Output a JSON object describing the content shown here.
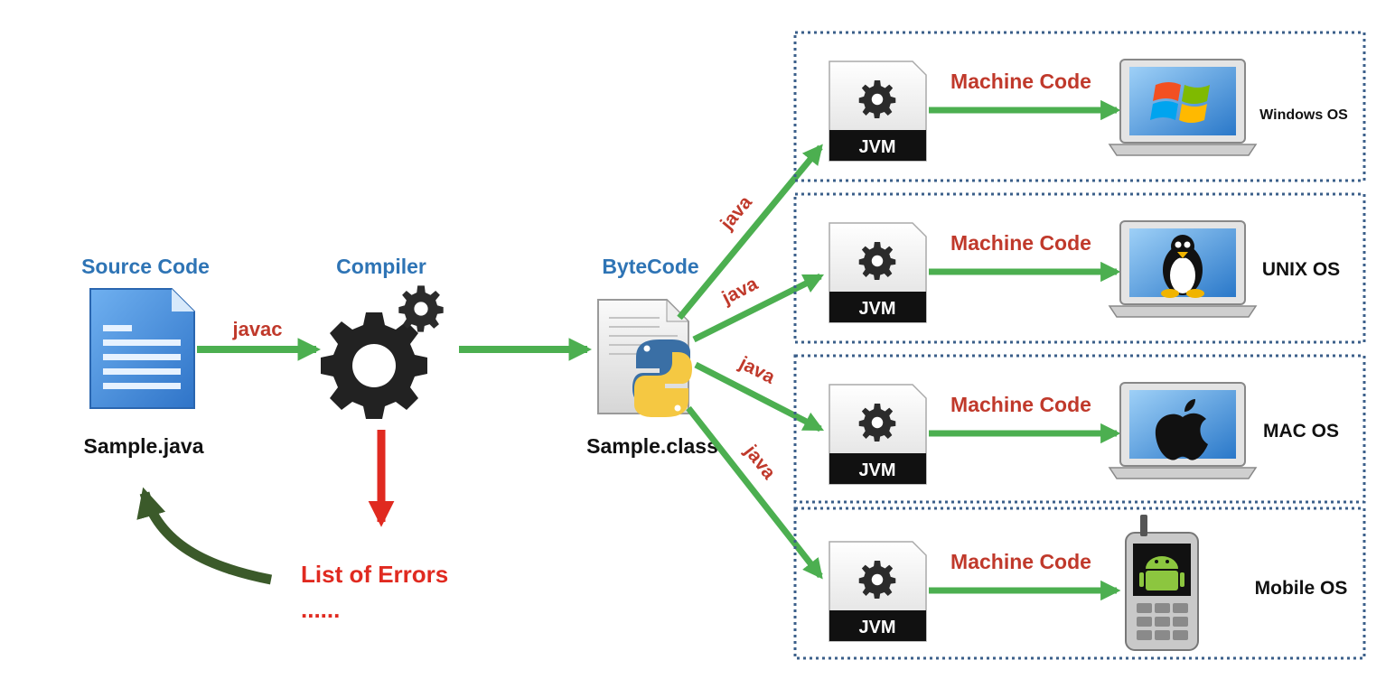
{
  "source": {
    "title": "Source Code",
    "filename": "Sample.java"
  },
  "compiler": {
    "title": "Compiler",
    "command": "javac"
  },
  "errors": {
    "title": "List of Errors",
    "ellipsis": "......"
  },
  "bytecode": {
    "title": "ByteCode",
    "filename": "Sample.class"
  },
  "run_label": "java",
  "platforms": [
    {
      "jvm": "JVM",
      "machine_code": "Machine Code",
      "os": "Windows OS",
      "device": "windows-laptop-icon"
    },
    {
      "jvm": "JVM",
      "machine_code": "Machine Code",
      "os": "UNIX OS",
      "device": "linux-laptop-icon"
    },
    {
      "jvm": "JVM",
      "machine_code": "Machine Code",
      "os": "MAC OS",
      "device": "apple-laptop-icon"
    },
    {
      "jvm": "JVM",
      "machine_code": "Machine Code",
      "os": "Mobile OS",
      "device": "android-phone-icon"
    }
  ],
  "colors": {
    "title_blue": "#2e74b5",
    "label_red": "#c0392b",
    "error_red": "#e02a20",
    "arrow_green": "#4caf50",
    "return_arrow": "#3b5a2a",
    "box_border": "#3b5f8a"
  }
}
